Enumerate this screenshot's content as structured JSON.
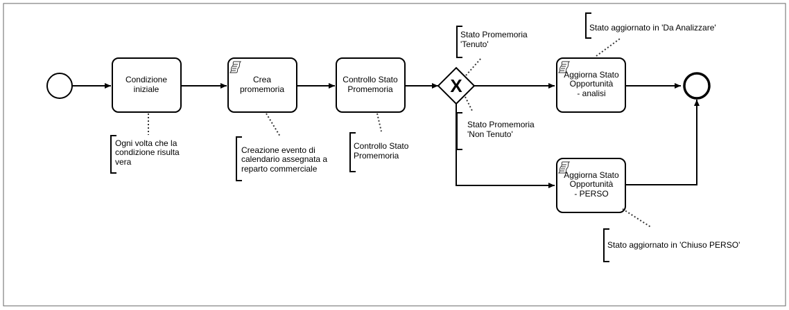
{
  "tasks": {
    "condizione": [
      "Condizione",
      "iniziale"
    ],
    "crea": [
      "Crea",
      "promemoria"
    ],
    "controllo": [
      "Controllo Stato",
      "Promemoria"
    ],
    "analisi": [
      "Aggiorna Stato",
      "Opportunità",
      "- analisi"
    ],
    "perso": [
      "Aggiorna Stato",
      "Opportunità",
      "- PERSO"
    ]
  },
  "annotations": {
    "condizione": [
      "Ogni volta che la",
      "condizione risulta",
      "vera"
    ],
    "crea": [
      "Creazione evento di",
      "calendario assegnata a",
      "reparto commerciale"
    ],
    "controllo": [
      "Controllo Stato",
      "Promemoria"
    ],
    "tenuto": [
      "Stato Promemoria",
      "'Tenuto'"
    ],
    "non_tenuto": [
      "Stato Promemoria",
      "'Non Tenuto'"
    ],
    "analisi": [
      "Stato aggiornato in 'Da Analizzare'"
    ],
    "perso": [
      "Stato aggiornato in 'Chiuso PERSO'"
    ]
  },
  "gateway": {
    "symbol": "X",
    "type": "exclusive"
  },
  "colors": {
    "stroke": "#000000",
    "fill": "#ffffff",
    "frame": "#666666",
    "note_link": "#333333"
  }
}
